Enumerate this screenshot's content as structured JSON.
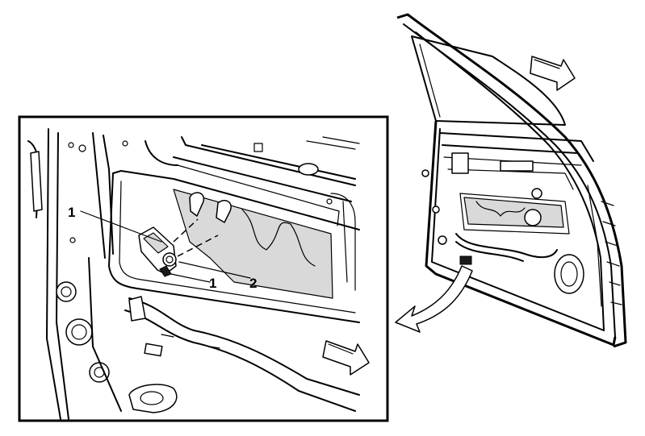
{
  "callouts": {
    "top_left": "1",
    "bottom_left": "1",
    "bottom_right": "2"
  },
  "colors": {
    "line": "#000000",
    "background": "#ffffff",
    "shading": "#d9d9d9"
  },
  "icons": [
    "direction-arrow-icon",
    "curved-arrow-icon",
    "forward-arrow-icon"
  ]
}
